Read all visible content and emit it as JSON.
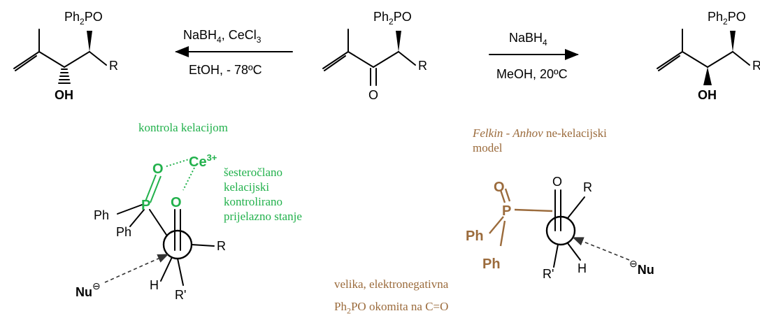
{
  "colors": {
    "chelation": "#22b14c",
    "felkin": "#9b6b3c",
    "ink": "#000000"
  },
  "reactions": {
    "left": {
      "reagent_top": "NaBH",
      "reagent_top_sub": "4",
      "reagent_top_rest": ", CeCl",
      "reagent_top_sub2": "3",
      "conditions": "EtOH, - 78ºC"
    },
    "right": {
      "reagent_top": "NaBH",
      "reagent_top_sub": "4",
      "conditions": "MeOH, 20ºC"
    }
  },
  "labels": {
    "ph2po_ph": "Ph",
    "ph2po_sub": "2",
    "ph2po_po": "PO",
    "R": "R",
    "R_prime": "R'",
    "O": "O",
    "OH": "OH",
    "H": "H",
    "Ph": "Ph",
    "P": "P",
    "Nu": "Nu",
    "Ce": "Ce",
    "Ce_charge": "3+",
    "minus": "⊖"
  },
  "notes": {
    "chelation_control": "kontrola kelacijom",
    "six_membered": [
      "šesteročlano",
      "kelacijski",
      "kontrolirano",
      "prijelazno stanje"
    ],
    "felkin_name": "Felkin - Anhov",
    "felkin_rest": " ne-kelacijski",
    "felkin_model": "model",
    "large_electroneg": "velika, elektronegativna",
    "ph2po_prefix": "Ph",
    "ph2po_sub": "2",
    "ph2po_suffix": "PO okomita na C=O"
  }
}
